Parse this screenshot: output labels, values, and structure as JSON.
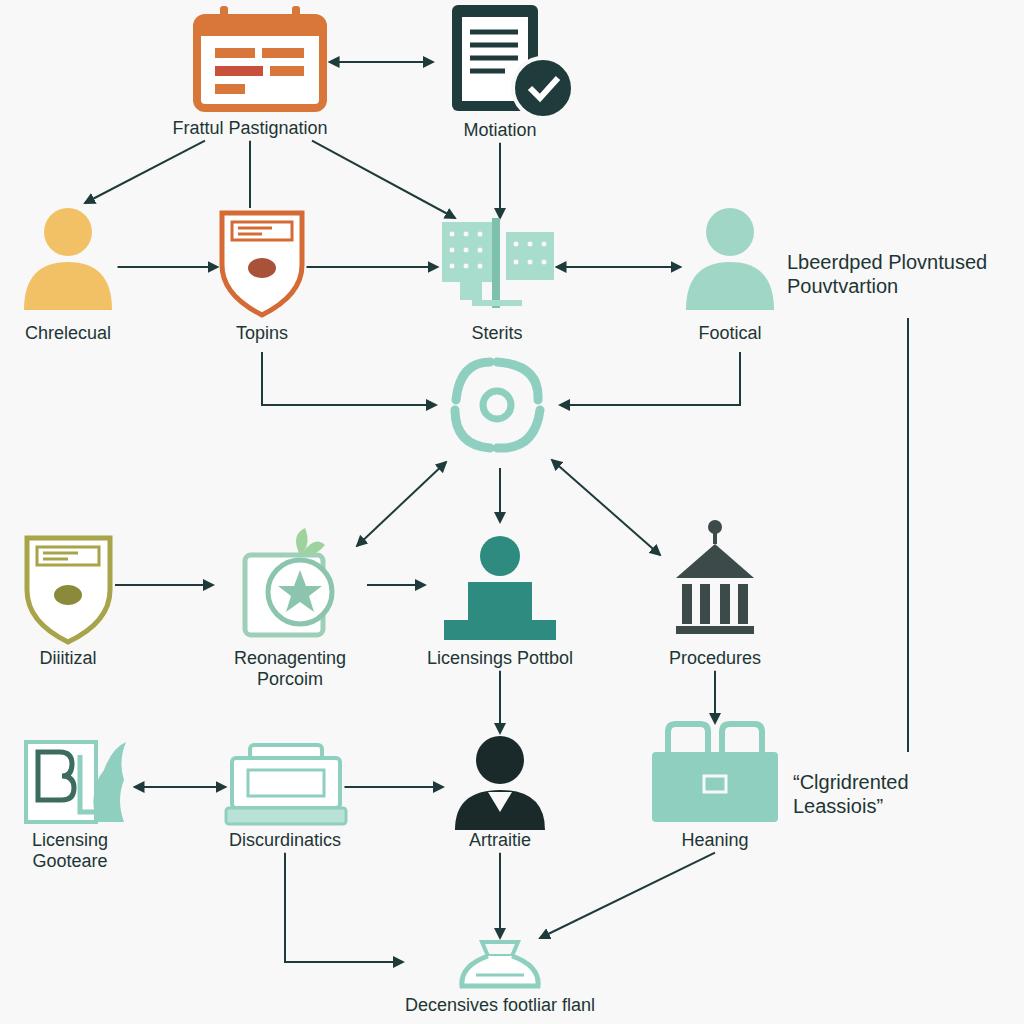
{
  "diagram": {
    "nodes": [
      {
        "text": [
          "Frattul Pastignation"
        ]
      },
      {
        "text": [
          "Motiation"
        ]
      },
      {
        "text": [
          "Chrelecual"
        ]
      },
      {
        "text": [
          "Topins"
        ]
      },
      {
        "text": [
          "Sterits"
        ]
      },
      {
        "text": [
          "Footical"
        ]
      },
      {
        "text": [
          "Diiitizal"
        ]
      },
      {
        "text": [
          "Reonagenting Porcoim"
        ]
      },
      {
        "text": [
          "Licensings Pottbol"
        ]
      },
      {
        "text": [
          "Procedures"
        ]
      },
      {
        "text": [
          "Licensing Gooteare"
        ]
      },
      {
        "text": [
          "Discurdinatics"
        ]
      },
      {
        "text": [
          "Artraitie"
        ]
      },
      {
        "text": [
          "Heaning"
        ]
      },
      {
        "text": [
          "Decensives footliar flanl"
        ]
      }
    ],
    "edges": [
      {
        "from": 0,
        "to": 1,
        "arrow": "both"
      },
      {
        "from": 0,
        "to": 2,
        "arrow": "to"
      },
      {
        "from": 0,
        "to": 3,
        "arrow": "none"
      },
      {
        "from": 0,
        "to": 4,
        "arrow": "to"
      },
      {
        "from": 1,
        "to": 4,
        "arrow": "to"
      },
      {
        "from": 2,
        "to": 3,
        "arrow": "to"
      },
      {
        "from": 3,
        "to": 4,
        "arrow": "to"
      },
      {
        "from": 4,
        "to": 5,
        "arrow": "both"
      },
      {
        "from": 6,
        "to": 7,
        "arrow": "to"
      },
      {
        "from": 7,
        "to": 8,
        "arrow": "to"
      },
      {
        "from": 8,
        "to": 12,
        "arrow": "to"
      },
      {
        "from": 9,
        "to": 13,
        "arrow": "to"
      },
      {
        "from": 10,
        "to": 11,
        "arrow": "both"
      },
      {
        "from": 11,
        "to": 12,
        "arrow": "to"
      },
      {
        "from": 11,
        "to": 14,
        "arrow": "to"
      },
      {
        "from": 12,
        "to": 14,
        "arrow": "to"
      },
      {
        "from": 13,
        "to": 14,
        "arrow": "to"
      }
    ],
    "labels": [
      "Lbeerdped Plovntused Pouvtvartion",
      "“Clgridrented Leassiois”"
    ]
  }
}
